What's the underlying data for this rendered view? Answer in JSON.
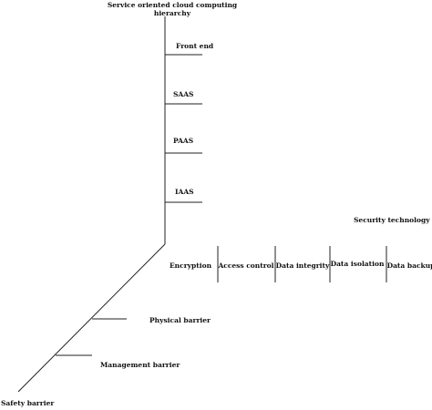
{
  "diagram": {
    "title_line1": "Service oriented cloud computing",
    "title_line2": "hierarchy",
    "hierarchy_layers": [
      "Front end",
      "SAAS",
      "PAAS",
      "IAAS"
    ],
    "security_technology": "Security technology",
    "security_items": [
      "Encryption",
      "Access control",
      "Data integrity",
      "Data isolation",
      "Data backup"
    ],
    "physical_barrier": "Physical barrier",
    "management_barrier": "Management barrier",
    "safety_barrier": "Safety barrier"
  }
}
